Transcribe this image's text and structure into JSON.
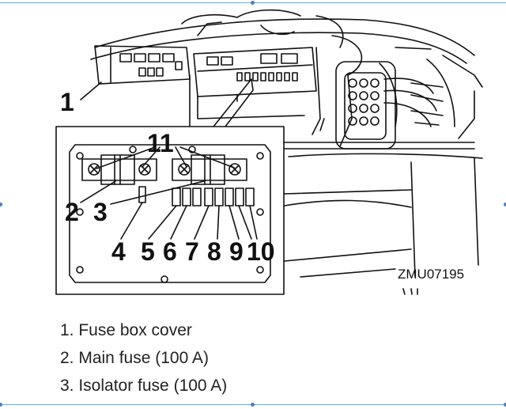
{
  "figure": {
    "code": "ZMU07195",
    "callouts": [
      "1",
      "2",
      "3",
      "4",
      "5",
      "6",
      "7",
      "8",
      "9",
      "10",
      "11"
    ]
  },
  "legend": [
    {
      "text": "1. Fuse box cover"
    },
    {
      "text": "2. Main fuse (100 A)"
    },
    {
      "text": "3. Isolator fuse (100 A)"
    }
  ],
  "colors": {
    "line": "#111111",
    "selection": "#4a7fc1",
    "text": "#222222"
  }
}
